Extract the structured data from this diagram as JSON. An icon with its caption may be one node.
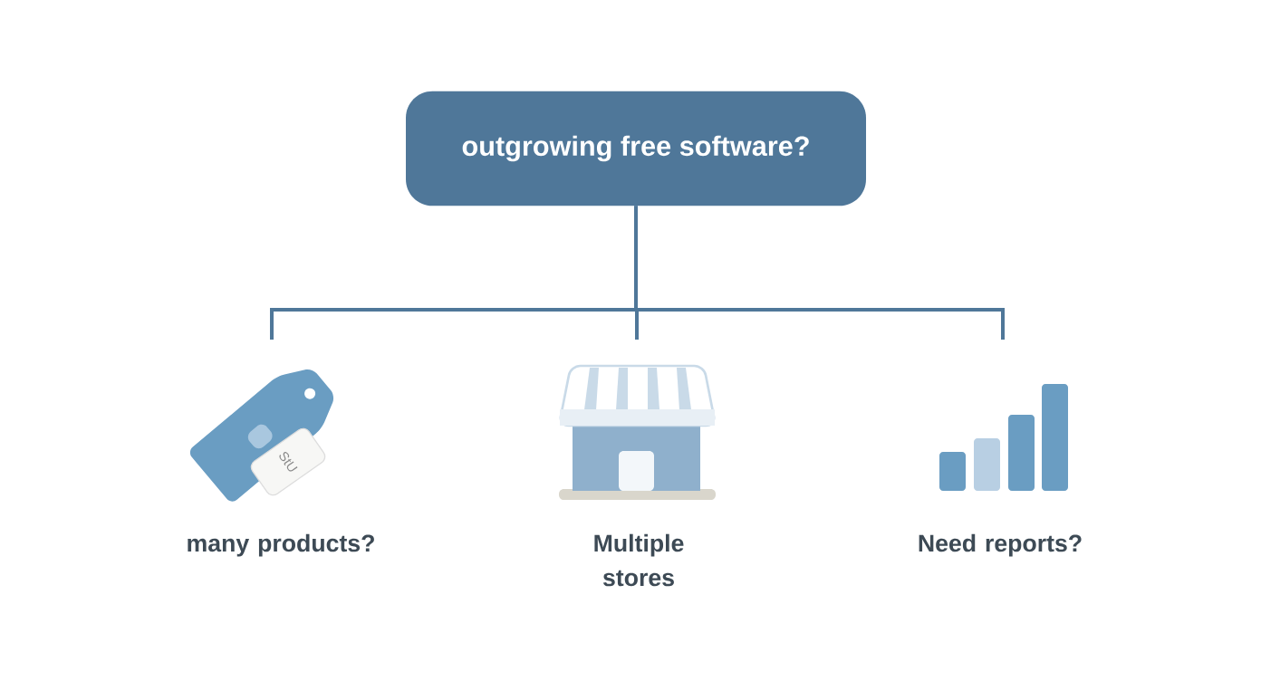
{
  "diagram": {
    "nodes": [
      {
        "text": [
          "outgrowing free software?"
        ]
      },
      {
        "text": [],
        "shape": "picture",
        "beside": [
          "many products?"
        ]
      },
      {
        "text": [],
        "shape": "picture",
        "beside": [
          "Multiple stores"
        ]
      },
      {
        "text": [],
        "shape": "picture",
        "beside": [
          "Need reports?"
        ]
      }
    ],
    "edges": [
      {
        "from": 0,
        "to": 1,
        "arrow": "none"
      },
      {
        "from": 0,
        "to": 2,
        "arrow": "none"
      },
      {
        "from": 0,
        "to": 3,
        "arrow": "none"
      }
    ],
    "labels": [
      "StU"
    ]
  }
}
